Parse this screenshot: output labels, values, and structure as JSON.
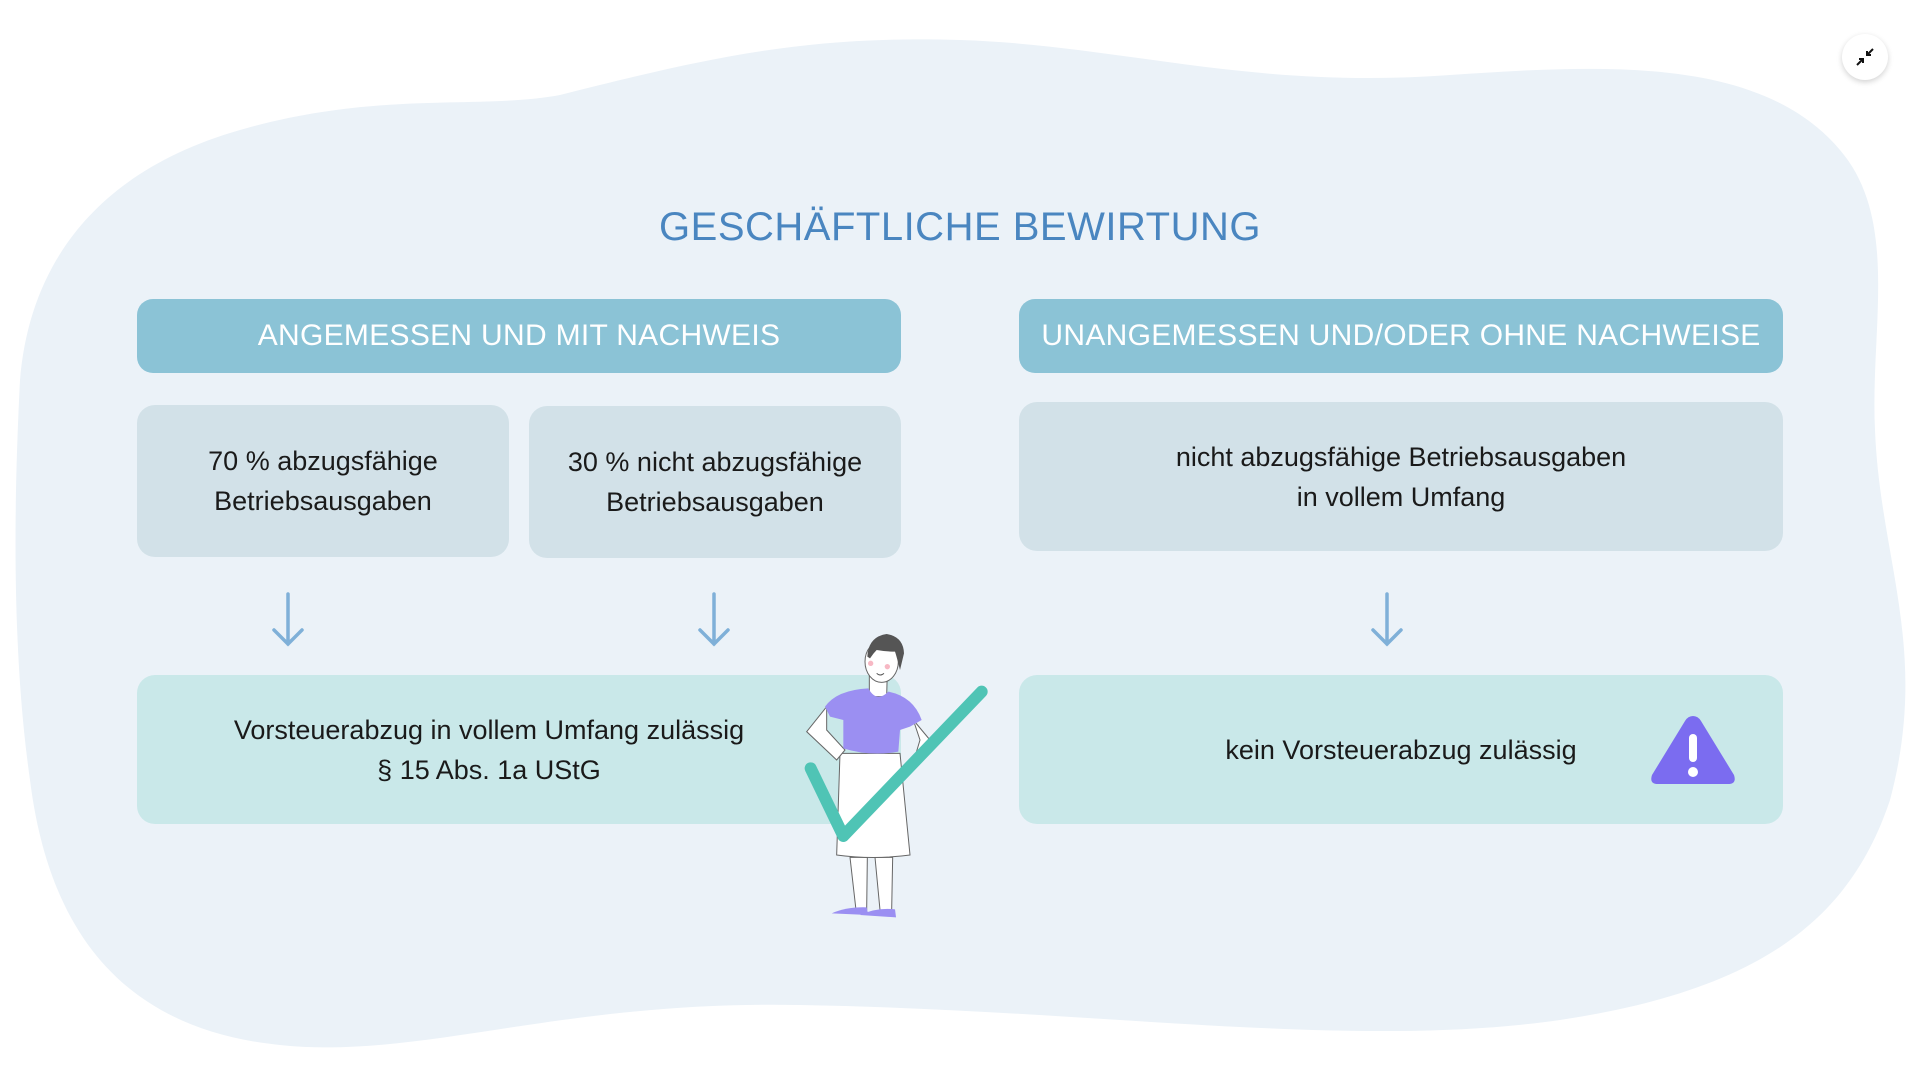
{
  "title": "GESCHÄFTLICHE BEWIRTUNG",
  "left": {
    "header": "ANGEMESSEN UND MIT NACHWEIS",
    "box1": {
      "line1": "70 % abzugsfähige",
      "line2": "Betriebsausgaben"
    },
    "box2": {
      "line1": "30 % nicht abzugsfähige",
      "line2": "Betriebsausgaben"
    },
    "result": {
      "line1": "Vorsteuerabzug in vollem Umfang zulässig",
      "line2": "§ 15 Abs. 1a UStG"
    }
  },
  "right": {
    "header": "UNANGEMESSEN UND/ODER OHNE NACHWEISE",
    "box": {
      "line1": "nicht abzugsfähige Betriebsausgaben",
      "line2": "in vollem Umfang"
    },
    "result": "kein Vorsteuerabzug zulässig"
  },
  "colors": {
    "background_blob": "#ebf2f8",
    "header": "#8bc3d6",
    "title": "#4a86c0",
    "check": "#4fc4b5",
    "warning": "#7b6cf0"
  },
  "icons": [
    "exit-fullscreen-icon",
    "arrow-down-icon",
    "warning-icon",
    "checkmark-icon"
  ]
}
